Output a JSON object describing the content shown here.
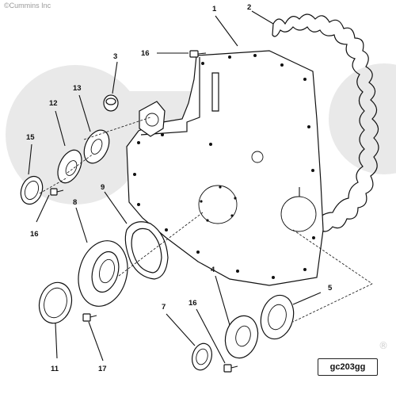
{
  "copyright": "©Cummins Inc",
  "watermark": "Cummins",
  "figure_ref": "gc203gg",
  "registered_mark": "®",
  "callouts": {
    "c1": "1",
    "c2": "2",
    "c3": "3",
    "c4": "4",
    "c5": "5",
    "c7": "7",
    "c8": "8",
    "c9": "9",
    "c11": "11",
    "c12": "12",
    "c13": "13",
    "c15": "15",
    "c16a": "16",
    "c16b": "16",
    "c16c": "16",
    "c17": "17"
  }
}
